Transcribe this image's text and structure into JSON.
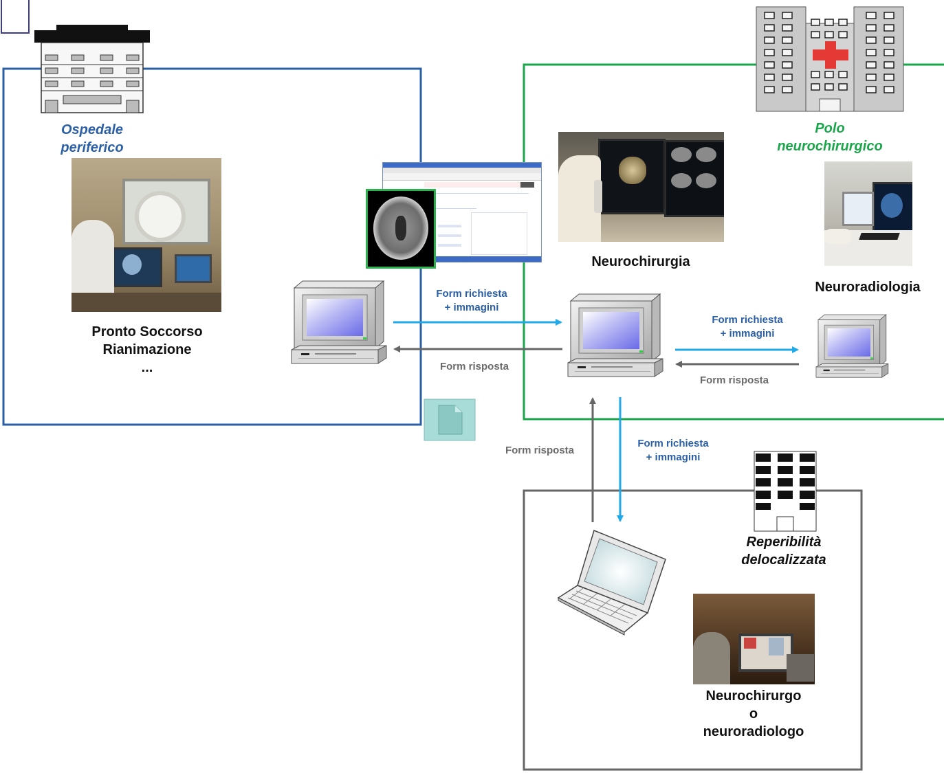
{
  "sites": {
    "peripheral": {
      "name_line1": "Ospedale",
      "name_line2": "periferico",
      "unit_line1": "Pronto Soccorso",
      "unit_line2": "Rianimazione",
      "unit_line3": "..."
    },
    "hub": {
      "name_line1": "Polo",
      "name_line2": "neurochirurgico",
      "dept1": "Neurochirurgia",
      "dept2": "Neuroradiologia"
    },
    "remote": {
      "name_line1": "Reperibilità",
      "name_line2": "delocalizzata",
      "person_line1": "Neurochirurgo",
      "person_line2": "o",
      "person_line3": "neuroradiologo"
    }
  },
  "flows": {
    "request_line1": "Form richiesta",
    "request_line2": "+ immagini",
    "response": "Form risposta"
  },
  "colors": {
    "peripheral_border": "#2a5fa6",
    "hub_border": "#1aa64a",
    "remote_border": "#666666",
    "request_arrow": "#1fa9e8",
    "response_arrow": "#666666"
  },
  "icons": [
    "hospital-building-icon",
    "red-cross-hospital-icon",
    "office-building-icon",
    "desktop-computer-icon",
    "laptop-computer-icon",
    "document-icon"
  ]
}
